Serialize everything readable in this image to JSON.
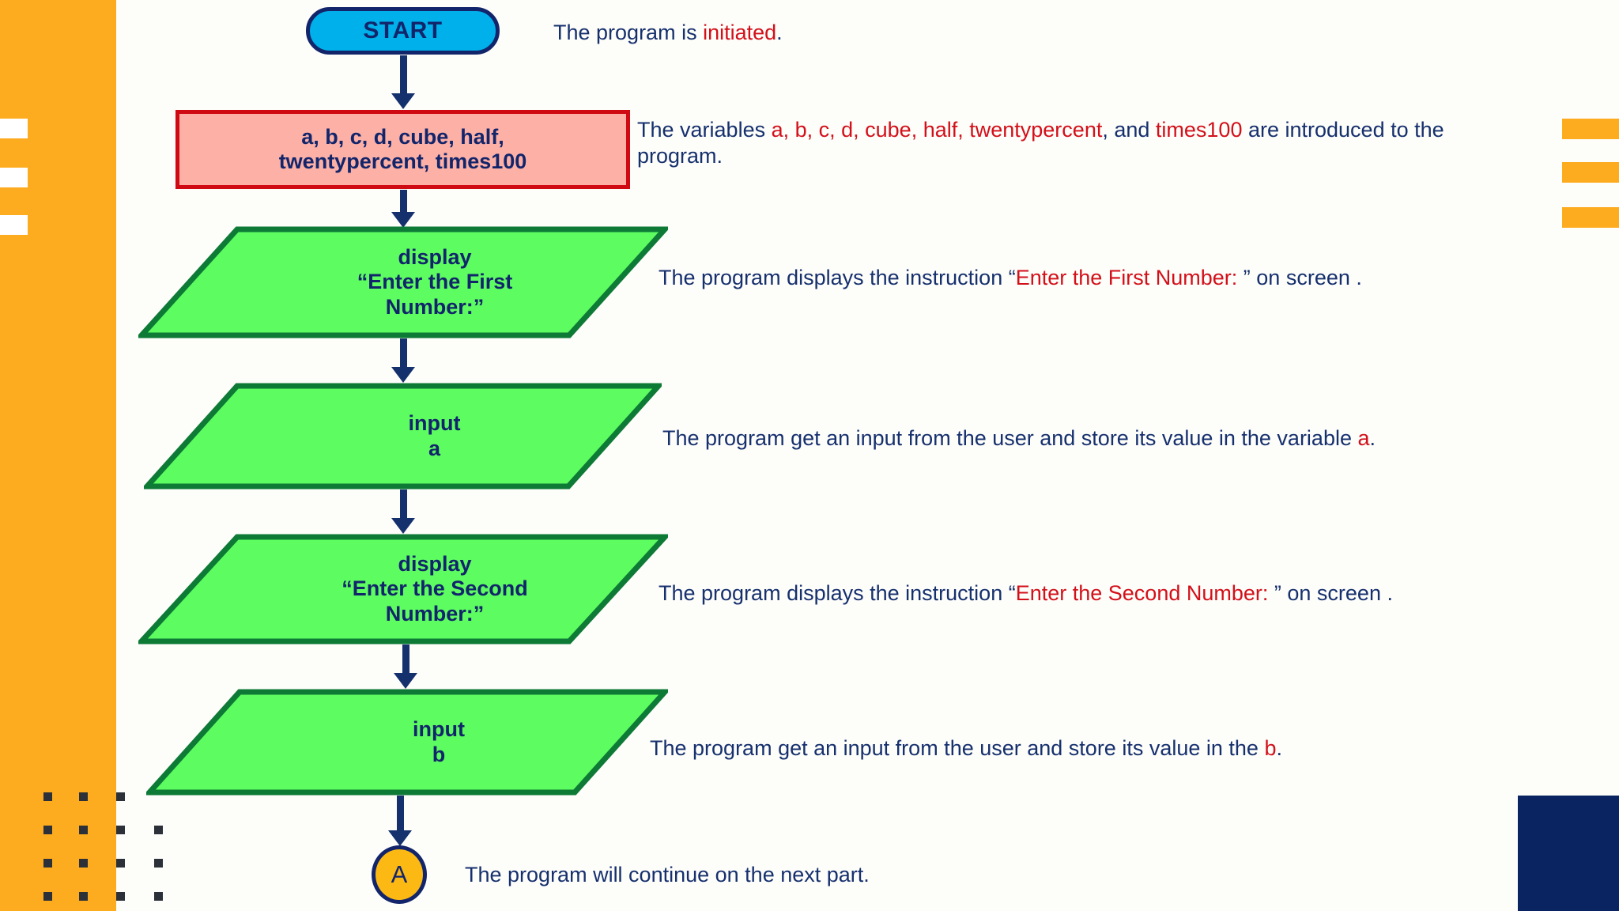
{
  "slide": {
    "background_color": "#fdfdf9",
    "accent_orange": "#fdab1f",
    "accent_navy": "#0a2461",
    "highlight_red": "#d3101a",
    "text_navy": "#16306e"
  },
  "decorations": {
    "left_band_label": "left-orange-band",
    "right_bars_count": 3,
    "dot_grid_rows": 4,
    "dot_grid_cols": 4,
    "navy_block_label": "bottom-right-navy-block"
  },
  "flowchart": {
    "nodes": [
      {
        "id": "start",
        "type": "terminal",
        "text": "START",
        "fill": "#00b0ea",
        "stroke": "#12256b"
      },
      {
        "id": "declare",
        "type": "process",
        "line1": "a, b, c, d, cube, half,",
        "line2": "twentypercent, times100",
        "fill": "#fcb0a6",
        "stroke": "#cf0a13"
      },
      {
        "id": "display-first",
        "type": "io",
        "line1": "display",
        "line2": "“Enter the First",
        "line3": "Number:”",
        "fill": "#5dfc60",
        "stroke": "#0d7a36"
      },
      {
        "id": "input-a",
        "type": "io",
        "line1": "input",
        "line2": "a",
        "fill": "#5dfc60",
        "stroke": "#0d7a36"
      },
      {
        "id": "display-second",
        "type": "io",
        "line1": "display",
        "line2": "“Enter the Second",
        "line3": "Number:”",
        "fill": "#5dfc60",
        "stroke": "#0d7a36"
      },
      {
        "id": "input-b",
        "type": "io",
        "line1": "input",
        "line2": "b",
        "fill": "#5dfc60",
        "stroke": "#0d7a36"
      },
      {
        "id": "connector-a",
        "type": "connector",
        "text": "A",
        "fill": "#fcb913",
        "stroke": "#12256b"
      }
    ]
  },
  "annotations": {
    "start": {
      "pre": "The program is ",
      "highlight": "initiated",
      "post": "."
    },
    "declare": {
      "pre": "The variables ",
      "highlight": "a, b, c, d, cube, half, twentypercent",
      "mid": ", and ",
      "highlight2": "times100",
      "post": " are introduced to the program."
    },
    "display_first": {
      "pre": "The program displays the instruction “",
      "highlight": "Enter the First Number:",
      "post": " ” on screen ."
    },
    "input_a": {
      "pre": "The program get an input from the user and store its value in the variable ",
      "highlight": "a",
      "post": "."
    },
    "display_second": {
      "pre": "The program displays the instruction “",
      "highlight": "Enter the Second Number:",
      "post": " ” on screen ."
    },
    "input_b": {
      "pre": "The program get an input from the user and store its value in the ",
      "highlight": "b",
      "post": "."
    },
    "connector": {
      "text": "The program will continue on the next part."
    }
  }
}
